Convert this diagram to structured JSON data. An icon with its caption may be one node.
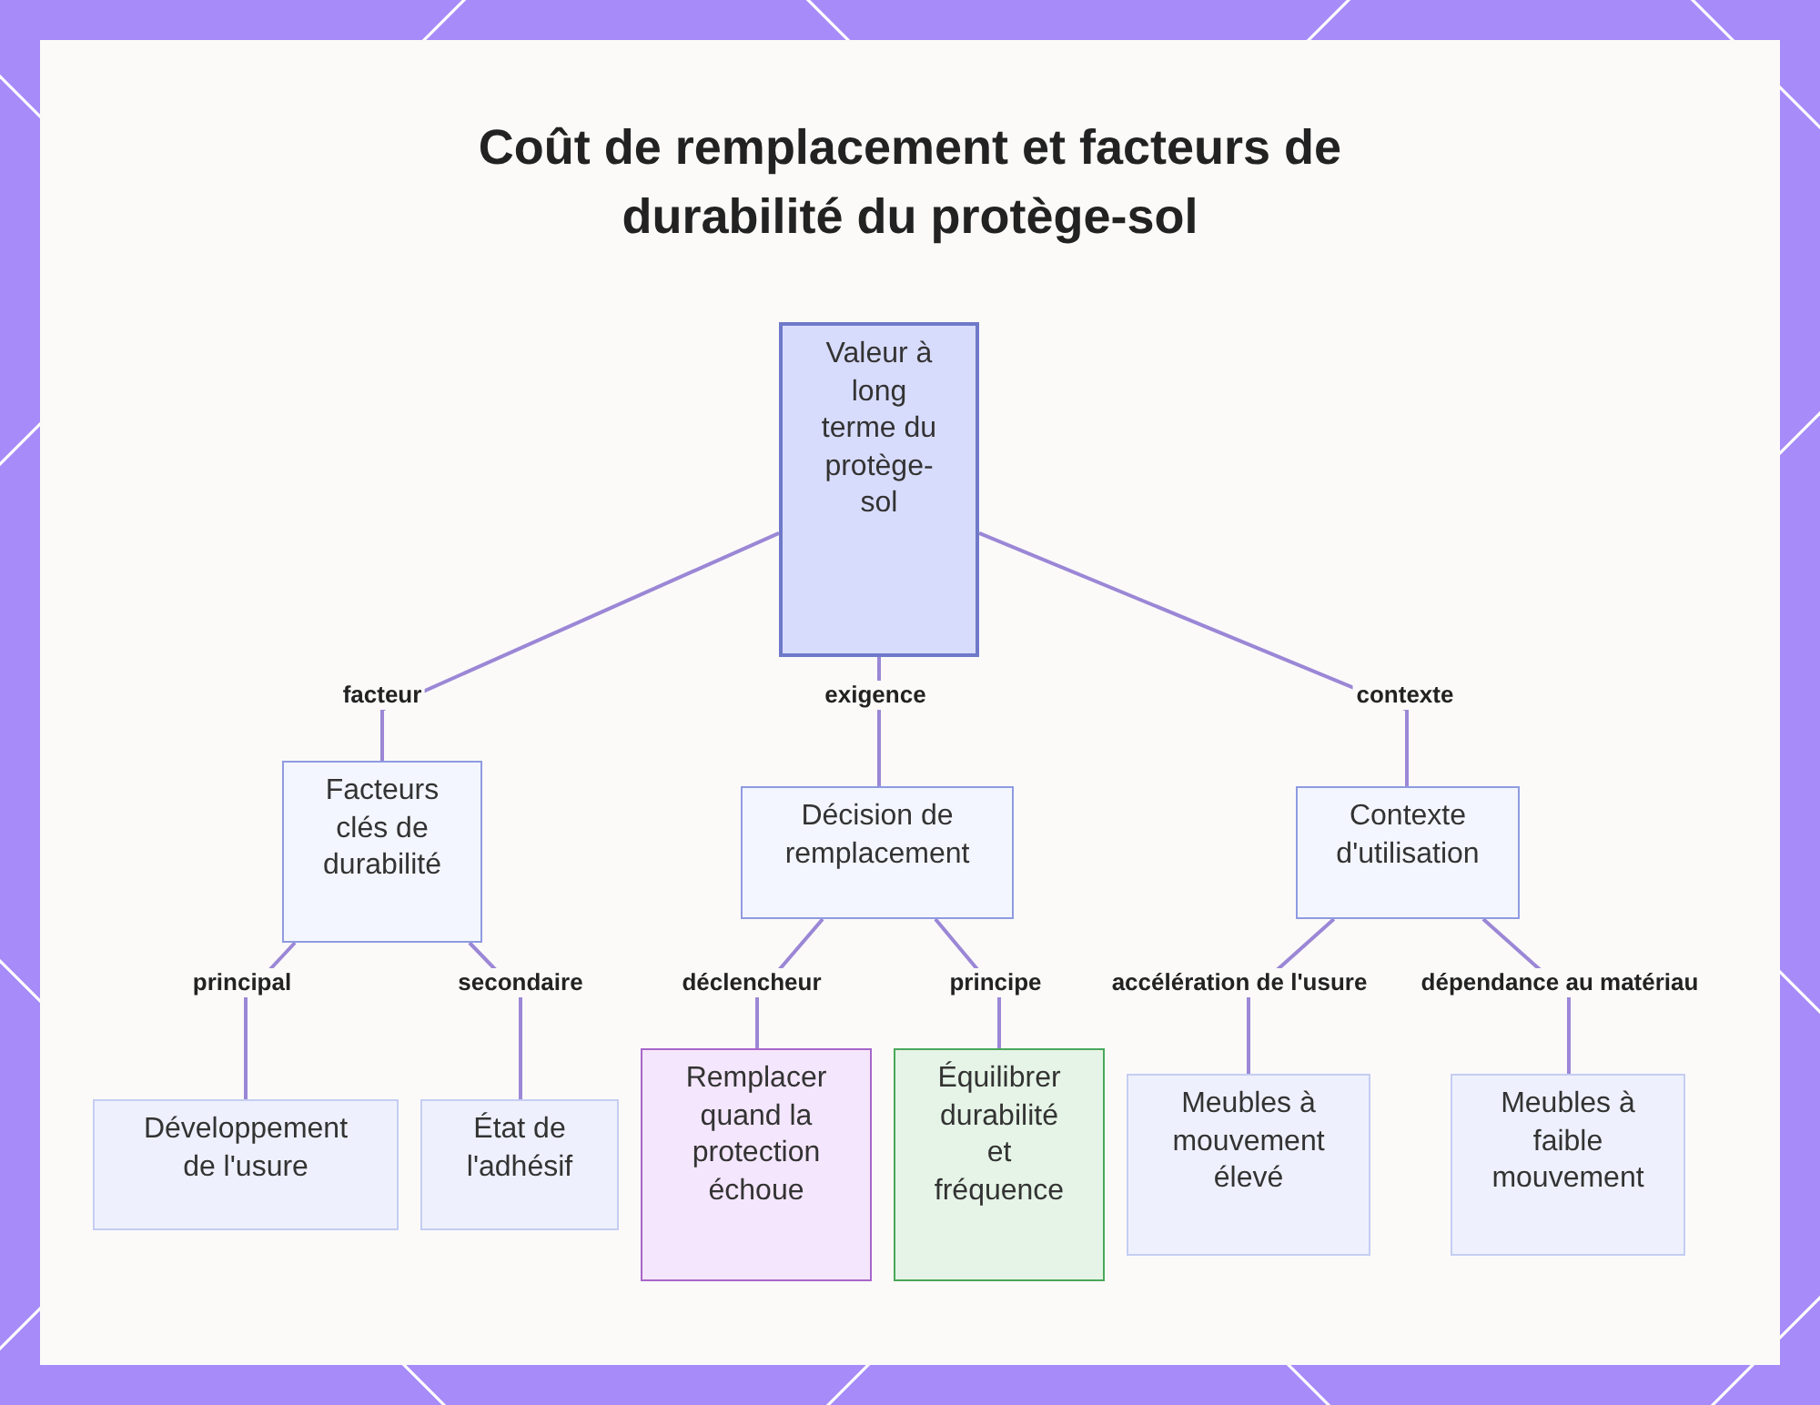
{
  "diagram": {
    "title": "Coût de remplacement et facteurs de durabilité du protège-sol",
    "nodes": [
      {
        "text": [
          "Valeur à long terme du protège-sol"
        ]
      },
      {
        "text": [
          "Facteurs clés de durabilité"
        ]
      },
      {
        "text": [
          "Décision de remplacement"
        ]
      },
      {
        "text": [
          "Contexte d'utilisation"
        ]
      },
      {
        "text": [
          "Développement de l'usure"
        ]
      },
      {
        "text": [
          "État de l'adhésif"
        ]
      },
      {
        "text": [
          "Remplacer quand la protection échoue"
        ]
      },
      {
        "text": [
          "Équilibrer durabilité et fréquence"
        ]
      },
      {
        "text": [
          "Meubles à mouvement élevé"
        ]
      },
      {
        "text": [
          "Meubles à faible mouvement"
        ]
      }
    ],
    "edges": [
      {
        "from": 0,
        "to": 1,
        "arrow": "none",
        "label": "facteur"
      },
      {
        "from": 0,
        "to": 2,
        "arrow": "none",
        "label": "exigence"
      },
      {
        "from": 0,
        "to": 3,
        "arrow": "none",
        "label": "contexte"
      },
      {
        "from": 1,
        "to": 4,
        "arrow": "none",
        "label": "principal"
      },
      {
        "from": 1,
        "to": 5,
        "arrow": "none",
        "label": "secondaire"
      },
      {
        "from": 2,
        "to": 6,
        "arrow": "none",
        "label": "déclencheur"
      },
      {
        "from": 2,
        "to": 7,
        "arrow": "none",
        "label": "principe"
      },
      {
        "from": 3,
        "to": 8,
        "arrow": "none",
        "label": "accélération de l'usure"
      },
      {
        "from": 3,
        "to": 9,
        "arrow": "none",
        "label": "dépendance au matériau"
      }
    ]
  }
}
